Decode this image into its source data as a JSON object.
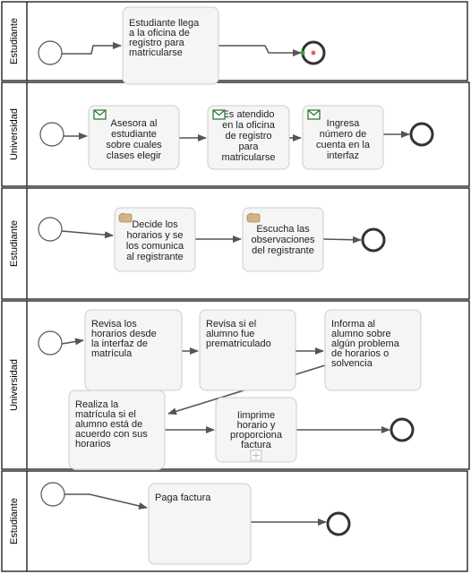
{
  "colors": {
    "task_fill": "#f5f5f5",
    "task_stroke": "#cccccc",
    "lane_border": "#000000",
    "arrow": "#555555",
    "message_icon": "#2e7d32",
    "manual_icon": "#d4b483",
    "end_marker": "#e05a5a",
    "end_marker_green": "#33aa33"
  },
  "lanes": [
    {
      "label": "Estudiante",
      "tasks": [
        {
          "id": "t1",
          "lines": [
            "Estudiante llega",
            "a la oficina de",
            "registro para",
            "matricularse"
          ],
          "align": "left",
          "icon": ""
        }
      ]
    },
    {
      "label": "Universidad",
      "tasks": [
        {
          "id": "t2",
          "lines": [
            "Asesora al",
            "estudiante",
            "sobre cuales",
            "clases elegir"
          ],
          "align": "center",
          "icon": "envelope-icon"
        },
        {
          "id": "t3",
          "lines": [
            "Es atendido",
            "en la oficina",
            "de registro",
            "para",
            "matricularse"
          ],
          "align": "center",
          "icon": "envelope-icon"
        },
        {
          "id": "t4",
          "lines": [
            "Ingresa",
            "número de",
            "cuenta en la",
            "interfaz"
          ],
          "align": "center",
          "icon": "envelope-icon"
        }
      ]
    },
    {
      "label": "Estudiante",
      "tasks": [
        {
          "id": "t5",
          "lines": [
            "Decide los",
            "horarios y se",
            "los comunica",
            "al registrante"
          ],
          "align": "center",
          "icon": "hand-icon"
        },
        {
          "id": "t6",
          "lines": [
            "Escucha las",
            "observaciones",
            "del registrante"
          ],
          "align": "center",
          "icon": "hand-icon"
        }
      ]
    },
    {
      "label": "Universidad",
      "tasks": [
        {
          "id": "t7",
          "lines": [
            "Revisa los",
            "horarios desde",
            "la interfaz de",
            "matrícula"
          ],
          "align": "left",
          "icon": ""
        },
        {
          "id": "t8",
          "lines": [
            "Revisa si el",
            "alumno fue",
            "prematriculado"
          ],
          "align": "left",
          "icon": ""
        },
        {
          "id": "t9",
          "lines": [
            "Informa al",
            "alumno sobre",
            "algún problema",
            "de horarios o",
            "solvencia"
          ],
          "align": "left",
          "icon": ""
        },
        {
          "id": "t10",
          "lines": [
            "Realiza la",
            "matrícula si el",
            "alumno está de",
            "acuerdo con sus",
            "horarios"
          ],
          "align": "left",
          "icon": ""
        },
        {
          "id": "t11",
          "lines": [
            "Iimprime",
            "horario y",
            "proporciona",
            "factura"
          ],
          "align": "center",
          "icon": "subprocess-plus-icon"
        }
      ]
    },
    {
      "label": "Estudiante",
      "tasks": [
        {
          "id": "t12",
          "lines": [
            "Paga factura"
          ],
          "align": "left",
          "icon": ""
        }
      ]
    }
  ]
}
